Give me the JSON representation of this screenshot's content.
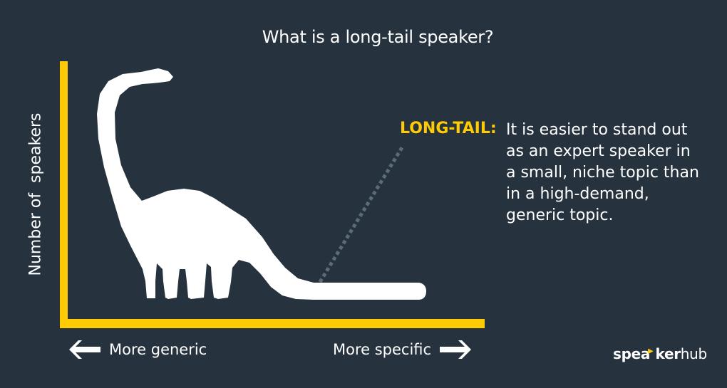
{
  "title": "What is a long-tail speaker?",
  "axes": {
    "y_label": "Number of  speakers",
    "x_left_label": "More generic",
    "x_right_label": "More specific",
    "x_left_icon": "arrow-left-icon",
    "x_right_icon": "arrow-right-icon",
    "color": "#ffcb05"
  },
  "callout": {
    "label": "LONG-TAIL:",
    "lines": [
      "It is easier to stand out",
      "as an expert speaker in",
      "a small, niche topic than",
      "in a high-demand,",
      "generic topic."
    ],
    "label_color": "#ffcb05"
  },
  "illustration": "dinosaur-silhouette",
  "logo": {
    "part1": "spea",
    "part2": "ker",
    "part3": "hub"
  },
  "colors": {
    "background": "#26323d",
    "accent": "#ffcb05",
    "text": "#ffffff",
    "dotted_line": "#5b6b7a"
  }
}
